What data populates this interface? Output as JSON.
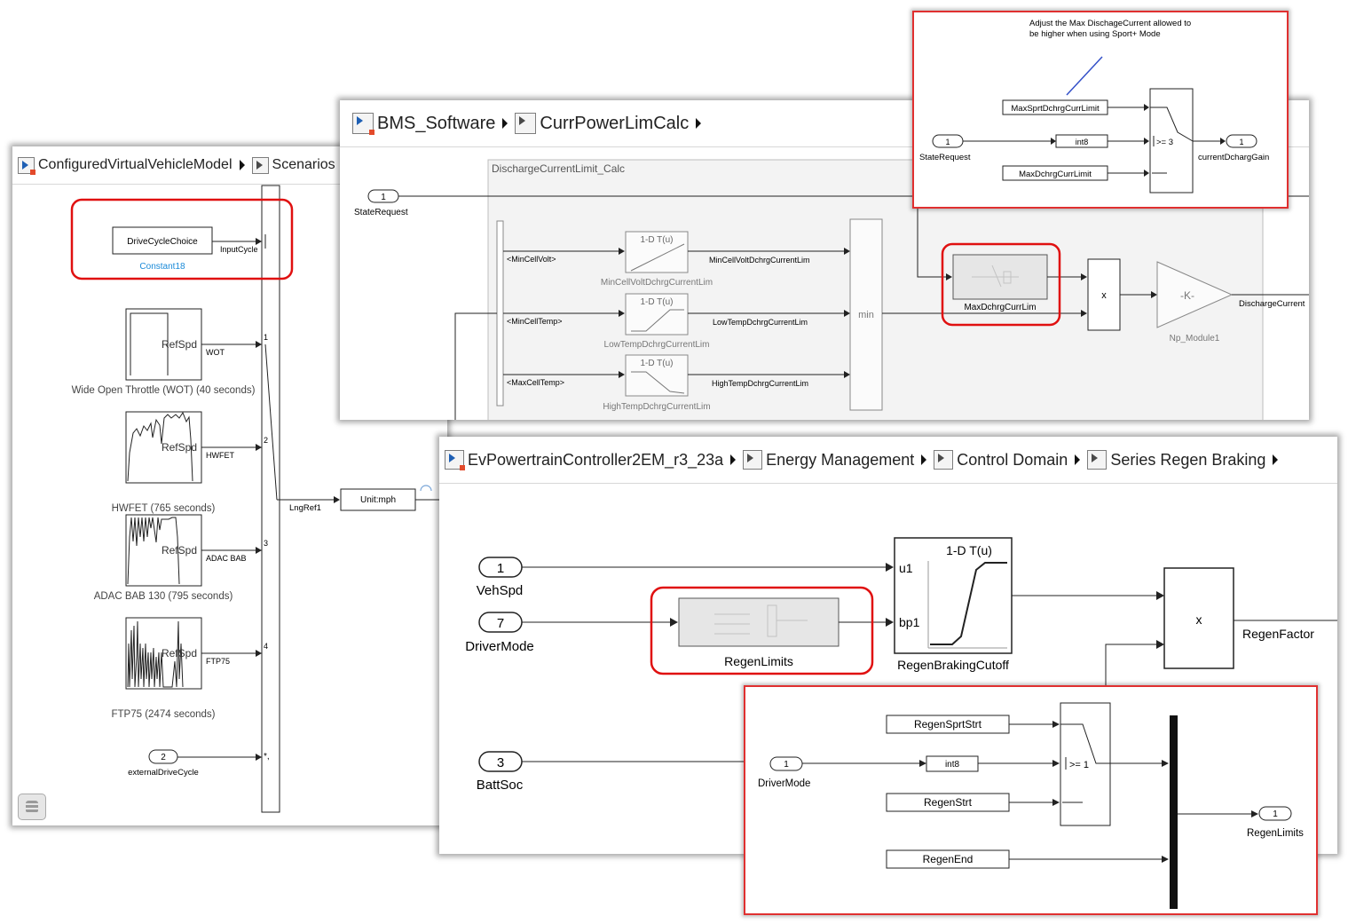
{
  "win1": {
    "breadcrumbs": [
      "ConfiguredVirtualVehicleModel",
      "Scenarios"
    ],
    "const_block_value": "DriveCycleChoice",
    "const_block_name": "Constant18",
    "input_cycle_label": "InputCycle",
    "scopes": [
      {
        "inner": "RefSpd",
        "port": "WOT",
        "caption": "Wide Open Throttle (WOT) (40  seconds)",
        "num": "1"
      },
      {
        "inner": "RefSpd",
        "port": "HWFET",
        "caption": "HWFET (765  seconds)",
        "num": "2"
      },
      {
        "inner": "RefSpd",
        "port": "ADAC BAB",
        "caption": "ADAC BAB 130 (795  seconds)",
        "num": "3"
      },
      {
        "inner": "RefSpd",
        "port": "FTP75",
        "caption": "FTP75 (2474  seconds)",
        "num": "4"
      }
    ],
    "ext_port_num": "2",
    "ext_port_name": "externalDriveCycle",
    "ext_port_mark": "*,",
    "lngref_label": "LngRef1",
    "unit_block": "Unit:mph"
  },
  "win2": {
    "breadcrumbs": [
      "BMS_Software",
      "CurrPowerLimCalc"
    ],
    "subsystem_title": "DischargeCurrentLimit_Calc",
    "inport_num": "1",
    "inport_name": "StateRequest",
    "bus_signals": [
      "<MinCellVolt>",
      "<MinCellTemp>",
      "<MaxCellTemp>"
    ],
    "lut_title": "1-D T(u)",
    "luts": [
      "MinCellVoltDchrgCurrentLim",
      "LowTempDchrgCurrentLim",
      "HighTempDchrgCurrentLim"
    ],
    "lut_outputs": [
      "MinCellVoltDchrgCurrentLim",
      "LowTempDchrgCurrentLim",
      "HighTempDchrgCurrentLim"
    ],
    "min_label": "min",
    "maxdchrg_block": "MaxDchrgCurrLim",
    "product_label": "x",
    "gain_label": "-K-",
    "gain_name": "Np_Module1",
    "out_signal": "DischargeCurrent"
  },
  "callout1": {
    "annotation": [
      "Adjust the Max DischageCurrent allowed to",
      "be higher when using Sport+ Mode"
    ],
    "const_top": "MaxSprtDchrgCurrLimit",
    "const_bottom": "MaxDchrgCurrLimit",
    "inport_num": "1",
    "inport_name": "StateRequest",
    "convert_label": "int8",
    "switch_cond": ">= 3",
    "outport_num": "1",
    "outport_name": "currentDchargGain"
  },
  "win3": {
    "breadcrumbs": [
      "EvPowertrainController2EM_r3_23a",
      "Energy Management",
      "Control Domain",
      "Series Regen Braking"
    ],
    "inports": [
      {
        "num": "1",
        "name": "VehSpd"
      },
      {
        "num": "7",
        "name": "DriverMode"
      },
      {
        "num": "3",
        "name": "BattSoc"
      }
    ],
    "regen_limits_block": "RegenLimits",
    "lut_title": "1-D T(u)",
    "lut_port_u1": "u1",
    "lut_port_bp1": "bp1",
    "lut_name": "RegenBrakingCutoff",
    "product_label": "x",
    "out_signal": "RegenFactor"
  },
  "callout2": {
    "consts": [
      "RegenSprtStrt",
      "RegenStrt",
      "RegenEnd"
    ],
    "inport_num": "1",
    "inport_name": "DriverMode",
    "convert_label": "int8",
    "switch_cond": ">= 1",
    "outport_num": "1",
    "outport_name": "RegenLimits"
  },
  "colors": {
    "highlight": "#e01010",
    "link_blue": "#1a8ad8",
    "annotation_line": "#3350c8"
  }
}
